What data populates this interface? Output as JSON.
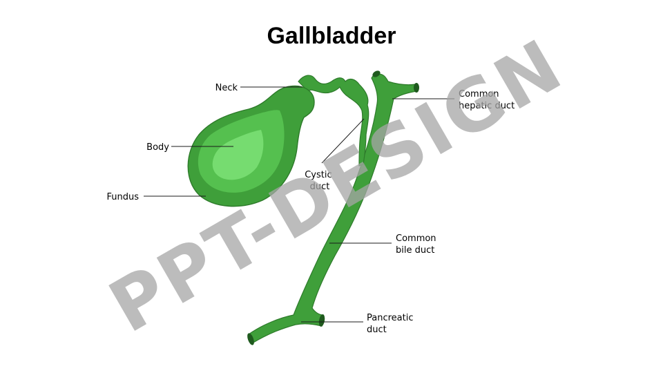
{
  "title": "Gallbladder",
  "watermark": "PPT-DESIGN",
  "labels": {
    "neck": "Neck",
    "body": "Body",
    "fundus": "Fundus",
    "cystic_duct": [
      "Cystic",
      "duct"
    ],
    "common_hepatic_duct": [
      "Common",
      "hepatic duct"
    ],
    "common_bile_duct": [
      "Common",
      "bile duct"
    ],
    "pancreatic_duct": [
      "Pancreatic",
      "duct"
    ]
  },
  "colors": {
    "organ_dark": "#3f9f3a",
    "organ_outline": "#2d7a2a",
    "organ_mid": "#55c04f",
    "organ_light": "#76dc70",
    "duct_opening": "#1f5a1e",
    "watermark": "#a6a6a6"
  }
}
